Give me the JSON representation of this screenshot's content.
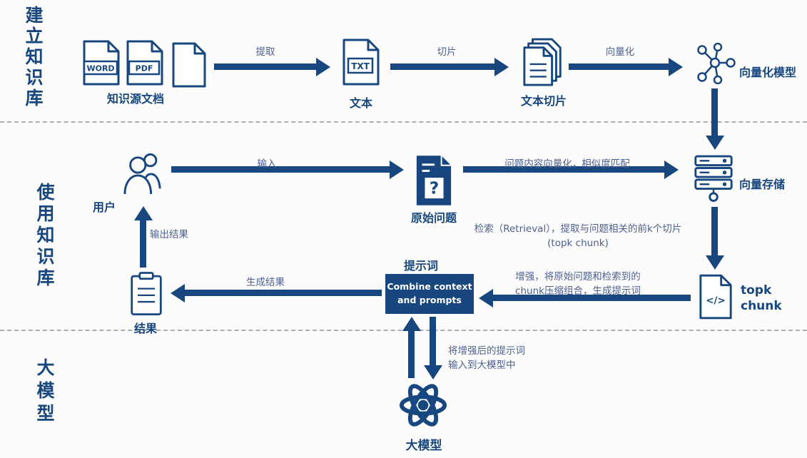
{
  "colors": {
    "navy": "#17477e",
    "edge_label": "#4d5f8e",
    "background": "#fcfcfc",
    "box_text": "#ffffff"
  },
  "sections": {
    "build": "建立知识库",
    "use": "使用知识库",
    "model": "大模型"
  },
  "nodes": {
    "word_badge": "WORD",
    "pdf_badge": "PDF",
    "source_docs": "知识源文档",
    "txt_badge": "TXT",
    "text": "文本",
    "text_chunks": "文本切片",
    "vector_model": "向量化模型",
    "user": "用户",
    "question": "原始问题",
    "question_mark": "?",
    "vector_store": "向量存储",
    "topk_icon_text": "</>",
    "topk": "topk\nchunk",
    "prompt_title": "提示词",
    "combine_box": "Combine context\nand prompts",
    "result": "结果",
    "llm": "大模型"
  },
  "edges": {
    "extract": "提取",
    "slice": "切片",
    "vectorize": "向量化",
    "input": "输入",
    "question_vectorize": "问题内容向量化，相似度匹配",
    "retrieval": "检索（Retrieval），提取与问题相关的前k个切片\n(topk chunk)",
    "augment": "增强，将原始问题和检索到的\nchunk压缩组合，生成提示词",
    "generate": "生成结果",
    "output": "输出结果",
    "to_llm": "将增强后的提示词\n输入到大模型中"
  }
}
